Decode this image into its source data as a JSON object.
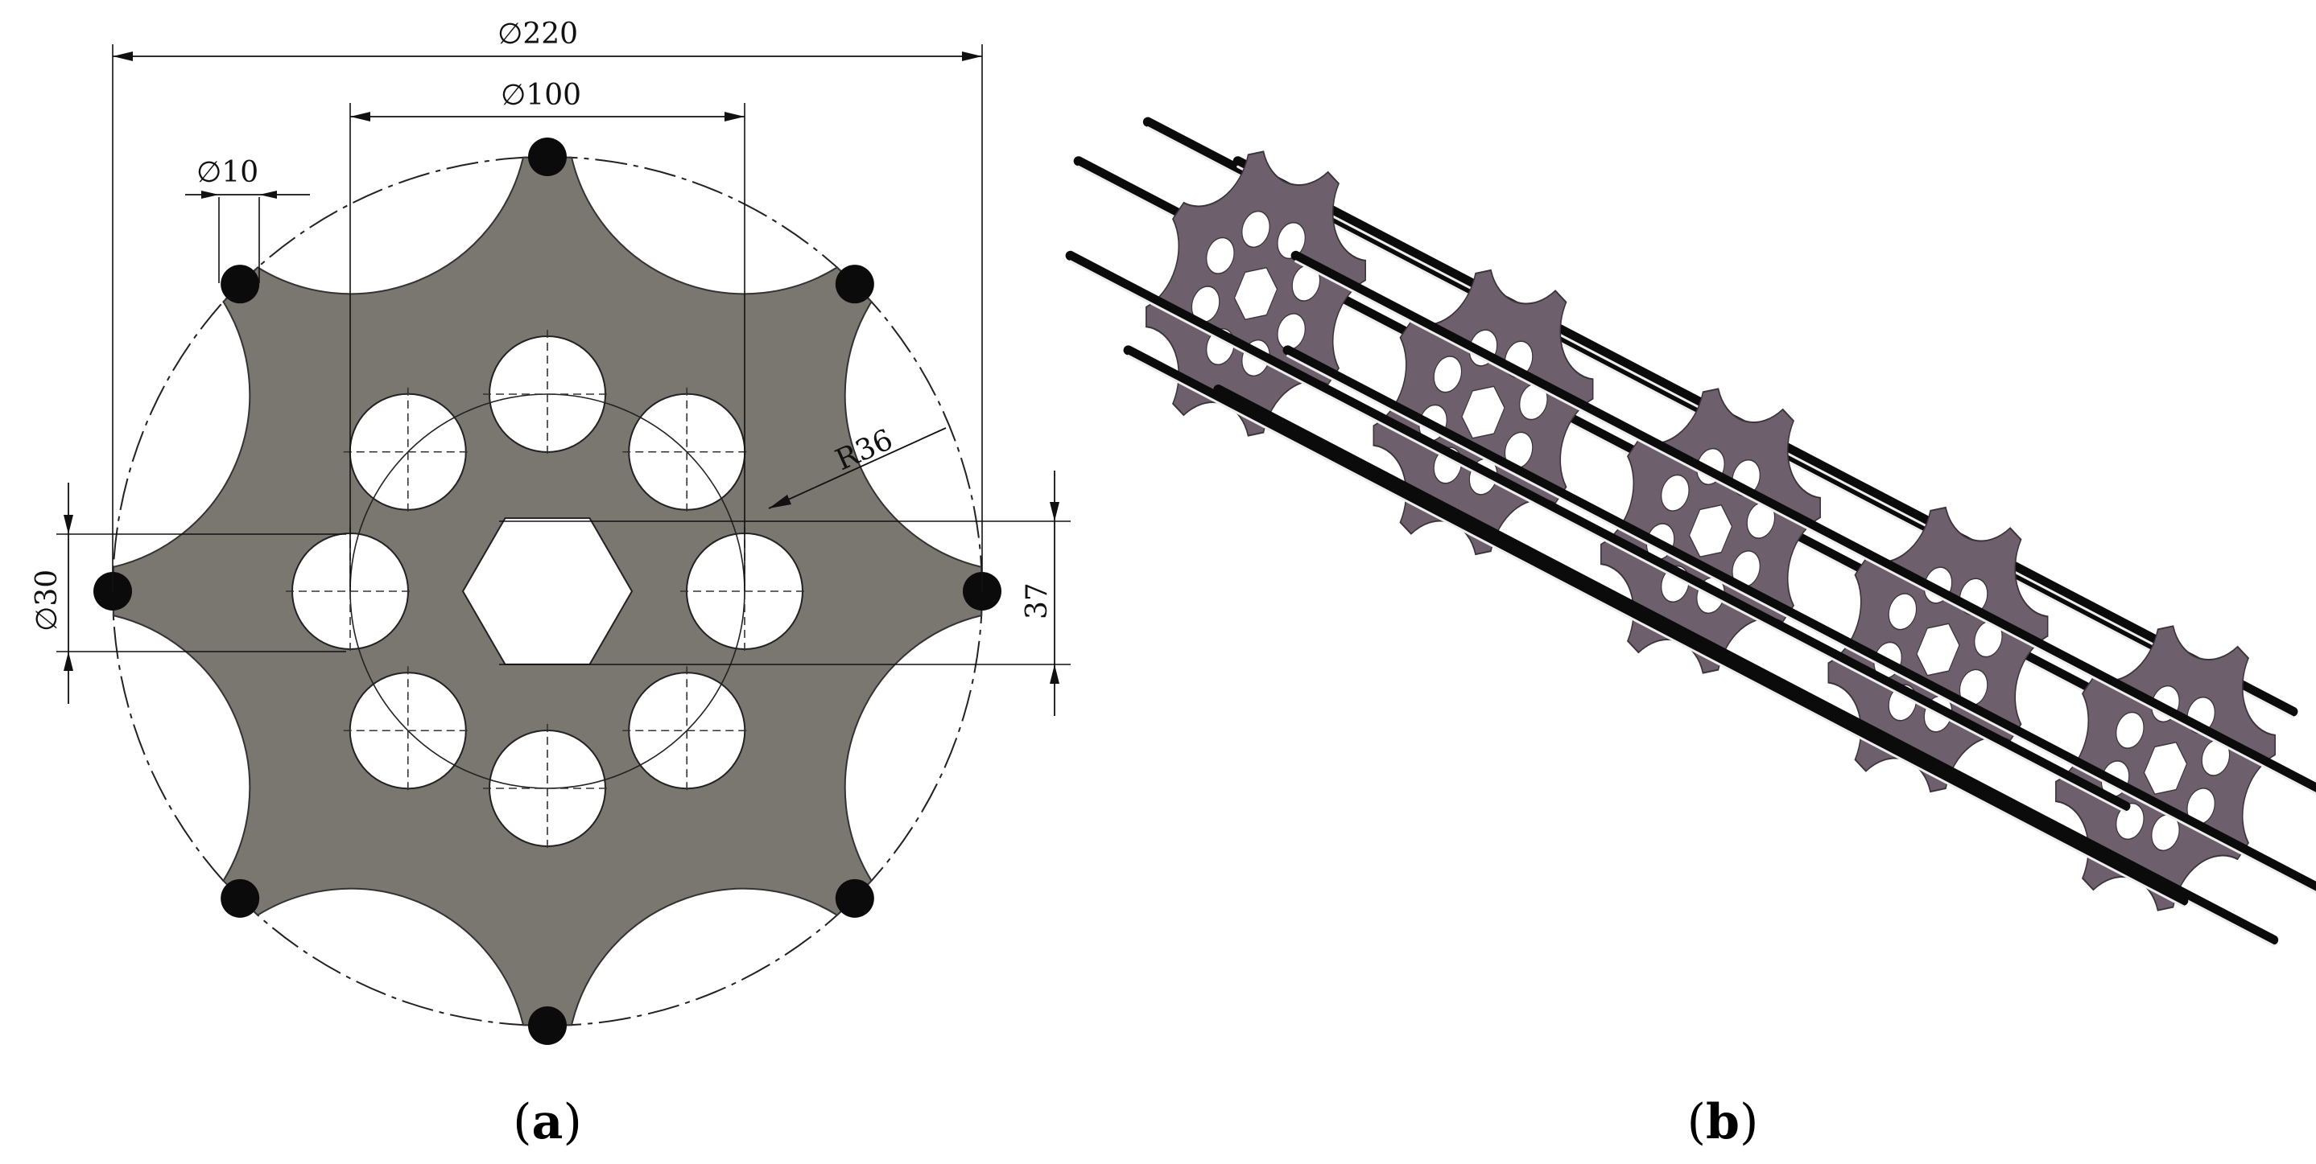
{
  "panel_a": {
    "dimensions": {
      "outer_diameter": "220",
      "pitch_diameter": "100",
      "tip_diameter": "10",
      "hole_diameter": "30",
      "hex_size": "37",
      "fillet_radius": "R36"
    },
    "diameter_symbol": "∅",
    "caption_open": "(",
    "caption_letter": "a",
    "caption_close": ")"
  },
  "panel_b": {
    "caption_open": "(",
    "caption_letter": "b",
    "caption_close": ")"
  },
  "colors": {
    "plate_2d": "#7a7670",
    "plate_3d": "#6e5f6c",
    "rod": "#0b0b0b"
  }
}
